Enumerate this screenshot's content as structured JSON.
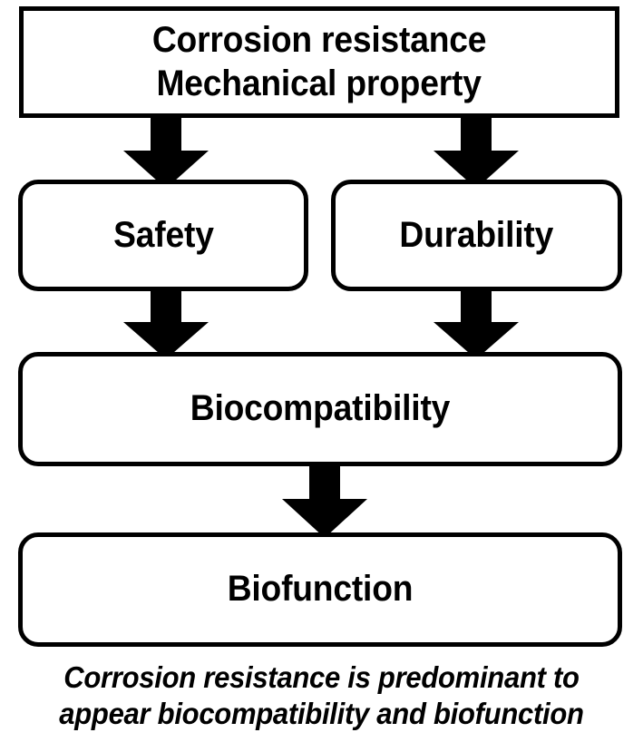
{
  "diagram": {
    "type": "flowchart",
    "orientation": "top-to-bottom",
    "background_color": "#ffffff",
    "stroke_color": "#000000",
    "nodes": [
      {
        "id": "requirements",
        "shape": "rectangle",
        "line1": "Corrosion resistance",
        "line2": "Mechanical property"
      },
      {
        "id": "safety",
        "shape": "rounded-rectangle",
        "label": "Safety"
      },
      {
        "id": "durability",
        "shape": "rounded-rectangle",
        "label": "Durability"
      },
      {
        "id": "biocompatibility",
        "shape": "rounded-rectangle",
        "label": "Biocompatibility"
      },
      {
        "id": "biofunction",
        "shape": "rounded-rectangle",
        "label": "Biofunction"
      }
    ],
    "arrows": [
      {
        "id": "req-to-safety",
        "from": "requirements",
        "to": "safety",
        "style": "solid-block-arrow",
        "direction": "down"
      },
      {
        "id": "req-to-durability",
        "from": "requirements",
        "to": "durability",
        "style": "solid-block-arrow",
        "direction": "down"
      },
      {
        "id": "safety-to-biocompatibility",
        "from": "safety",
        "to": "biocompatibility",
        "style": "solid-block-arrow",
        "direction": "down"
      },
      {
        "id": "durability-to-biocompatibility",
        "from": "durability",
        "to": "biocompatibility",
        "style": "solid-block-arrow",
        "direction": "down"
      },
      {
        "id": "biocompatibility-to-biofunction",
        "from": "biocompatibility",
        "to": "biofunction",
        "style": "solid-block-arrow",
        "direction": "down"
      }
    ]
  },
  "caption": {
    "line1": "Corrosion resistance is predominant to",
    "line2": "appear biocompatibility and biofunction"
  }
}
